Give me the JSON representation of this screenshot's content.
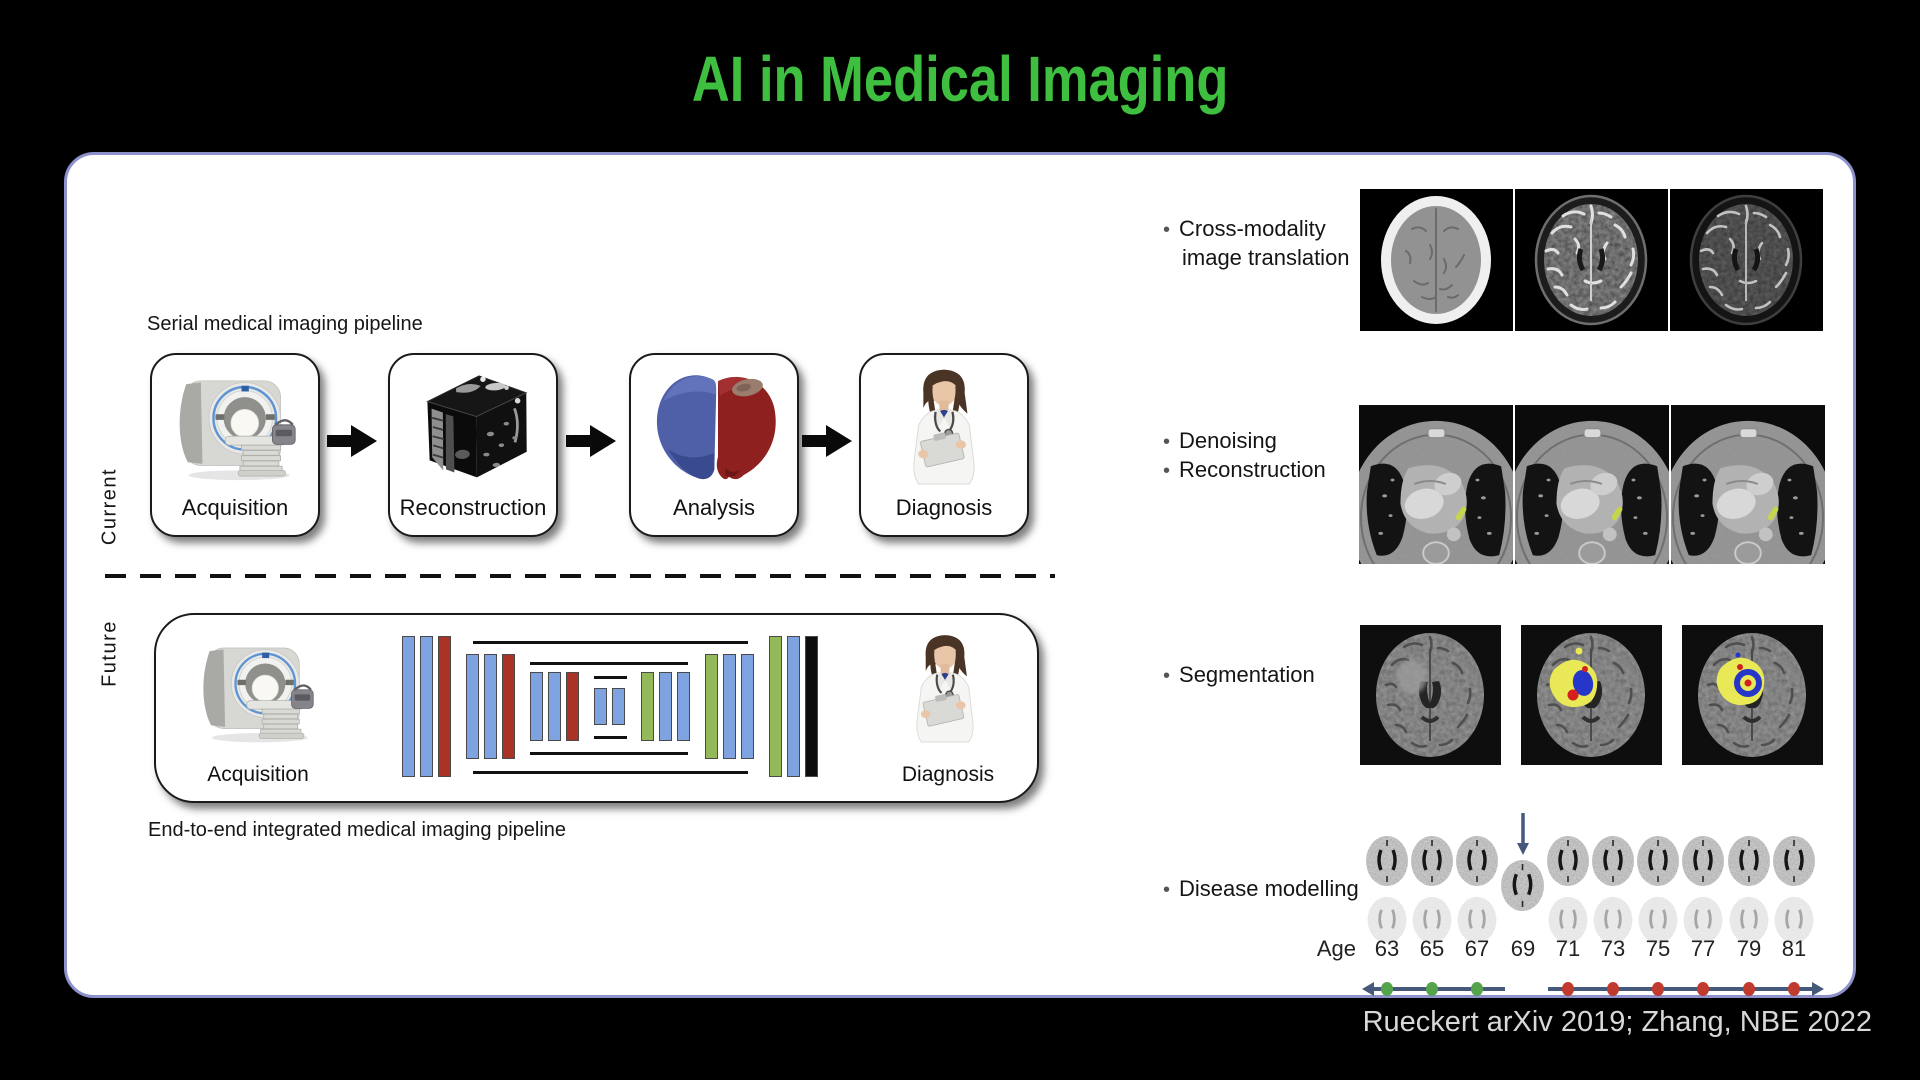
{
  "title": "AI in Medical Imaging",
  "colors": {
    "page_bg": "#000000",
    "title_green": "#3fbf3f",
    "panel_border": "#8d91cc",
    "bar_blue": "#7fa3e0",
    "bar_red": "#a93426",
    "bar_green": "#94b958",
    "bar_black": "#0d0d0d",
    "axis_arrow": "#46597c",
    "dot_green": "#55a44b",
    "dot_red": "#c03a2d",
    "citation_text": "#d8d8d8"
  },
  "pipeline": {
    "serial_heading": "Serial medical imaging pipeline",
    "row_label_current": "Current",
    "row_label_future": "Future",
    "current_stages": [
      {
        "label": "Acquisition"
      },
      {
        "label": "Reconstruction"
      },
      {
        "label": "Analysis"
      },
      {
        "label": "Diagnosis"
      }
    ],
    "future": {
      "acquisition_label": "Acquisition",
      "diagnosis_label": "Diagnosis"
    },
    "end_to_end_heading": "End-to-end integrated medical imaging pipeline"
  },
  "applications": [
    {
      "lines": [
        {
          "bullet": "•",
          "text": "Cross-modality"
        },
        {
          "bullet": "",
          "text": "image translation"
        }
      ]
    },
    {
      "lines": [
        {
          "bullet": "•",
          "text": "Denoising"
        },
        {
          "bullet": "•",
          "text": "Reconstruction"
        }
      ]
    },
    {
      "lines": [
        {
          "bullet": "•",
          "text": "Segmentation"
        }
      ]
    },
    {
      "lines": [
        {
          "bullet": "•",
          "text": "Disease modelling"
        }
      ]
    }
  ],
  "disease_modelling": {
    "age_label": "Age",
    "ages": [
      "63",
      "65",
      "67",
      "69",
      "71",
      "73",
      "75",
      "77",
      "79",
      "81"
    ]
  },
  "citation": "Rueckert arXiv 2019; Zhang, NBE 2022"
}
